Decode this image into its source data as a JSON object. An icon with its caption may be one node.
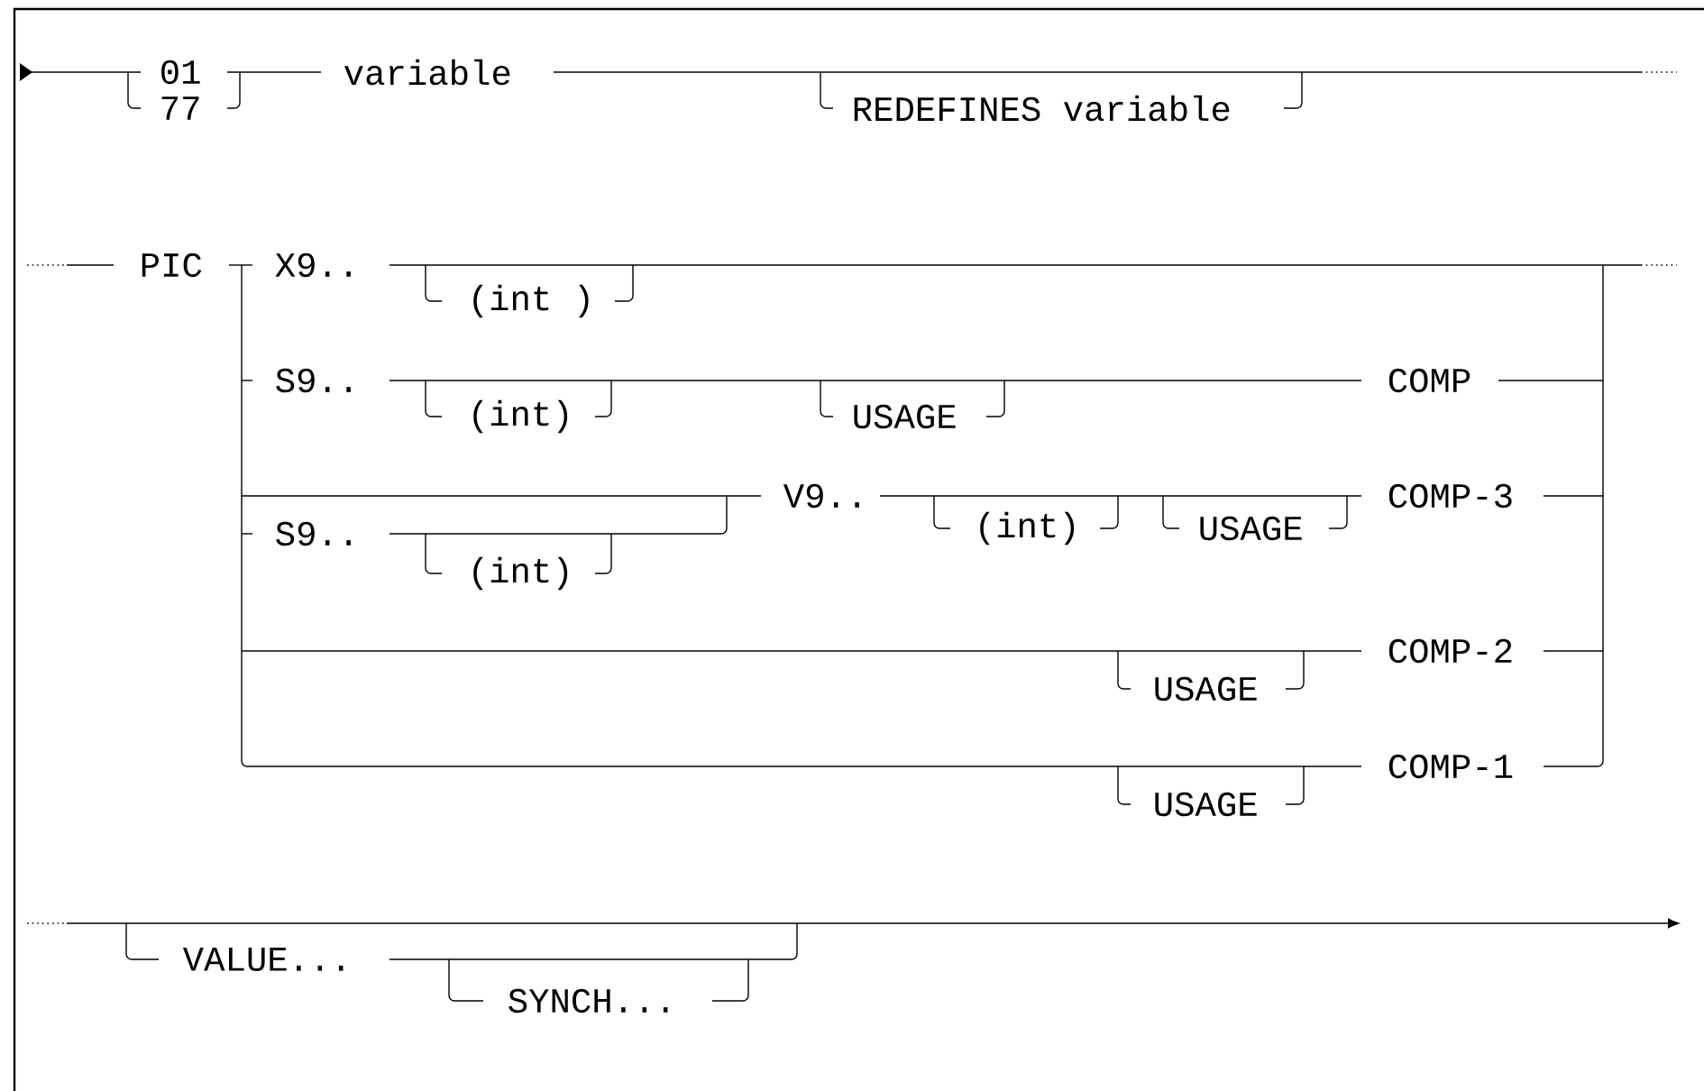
{
  "diagram": {
    "labels": [
      "01",
      "77",
      "variable",
      "REDEFINES variable",
      "PIC",
      "X9..",
      "(int )",
      "S9..",
      "(int)",
      "USAGE",
      "COMP",
      "V9..",
      "COMP-3",
      "S9..",
      "(int)",
      "USAGE",
      "(int)",
      "COMP-2",
      "USAGE",
      "COMP-1",
      "USAGE",
      "VALUE...",
      "SYNCH..."
    ]
  }
}
